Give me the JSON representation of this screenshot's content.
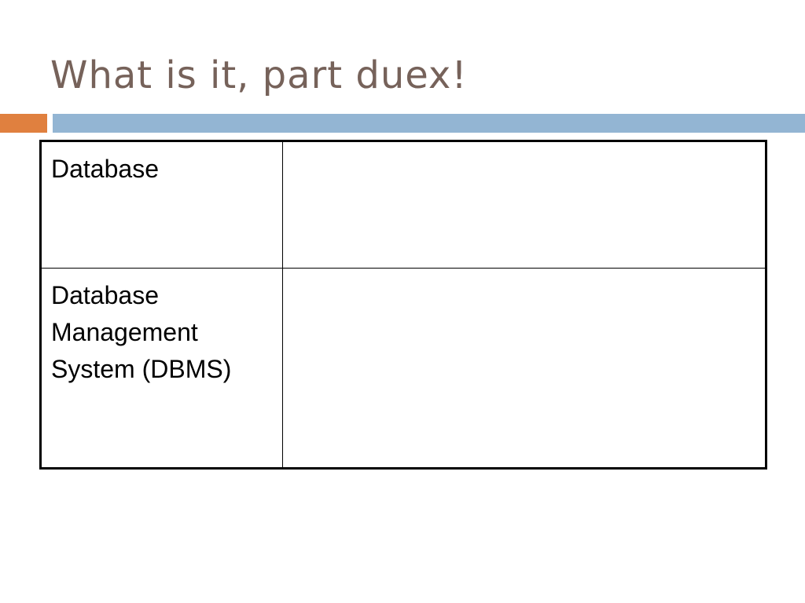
{
  "slide": {
    "title": "What is it, part duex!",
    "colors": {
      "title_text": "#76625a",
      "accent_orange": "#e0803f",
      "accent_blue": "#93b5d3"
    }
  },
  "table": {
    "rows": [
      {
        "term": "Database",
        "definition": ""
      },
      {
        "term": "Database Management System (DBMS)",
        "definition": ""
      }
    ]
  }
}
